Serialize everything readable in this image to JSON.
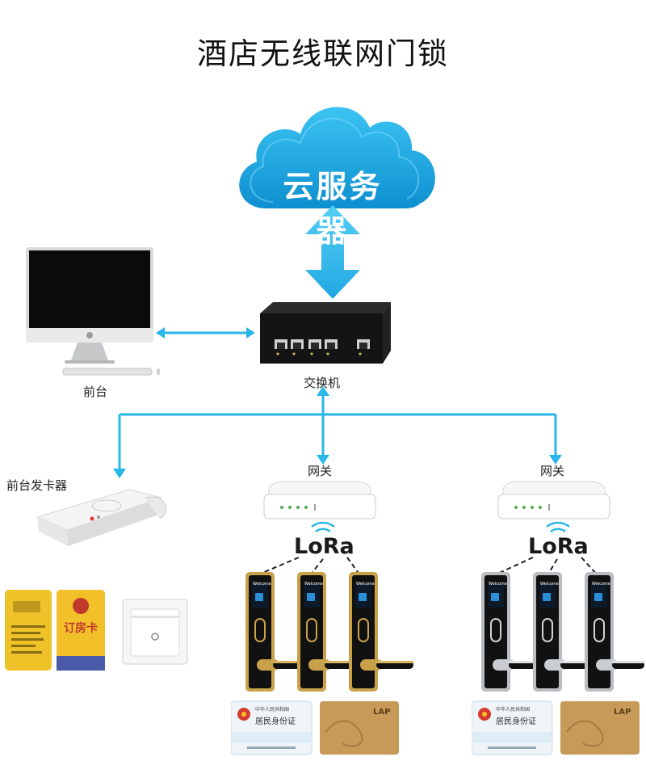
{
  "title": "酒店无线联网门锁",
  "cloud": {
    "label": "云服务器"
  },
  "nodes": {
    "computer": "前台",
    "switch": "交换机",
    "encoder": "前台发卡器",
    "gateway_left": "网关",
    "gateway_right": "网关"
  },
  "lora_left": "LoRa",
  "lora_right": "LoRa",
  "cards": {
    "room_card_text": "订房卡",
    "id_card_title": "中华人民共和国",
    "id_card_name": "居民身份证",
    "lock_screen": "Welcome",
    "ic_card_brand": "LAP"
  },
  "colors": {
    "accent": "#29b6e8",
    "cloud": "#1fa9e3",
    "gold": "#c8a14a",
    "silver": "#b9bcc0"
  }
}
